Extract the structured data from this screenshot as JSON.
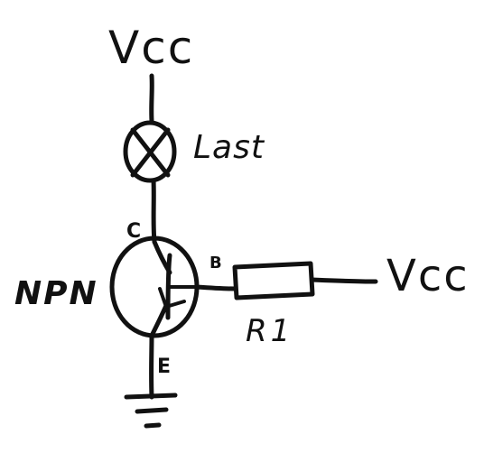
{
  "labels": {
    "vcc_top": "Vcc",
    "vcc_right": "Vcc",
    "load": "Last",
    "transistor_type": "NPN",
    "collector_pin": "C",
    "base_pin": "B",
    "emitter_pin": "E",
    "resistor": "R1"
  },
  "colors": {
    "ink": "#111111",
    "background": "#ffffff"
  },
  "components": {
    "load_symbol": "lamp-icon",
    "transistor_symbol": "npn-transistor-icon",
    "resistor_symbol": "resistor-icon",
    "ground_symbol": "ground-icon"
  }
}
